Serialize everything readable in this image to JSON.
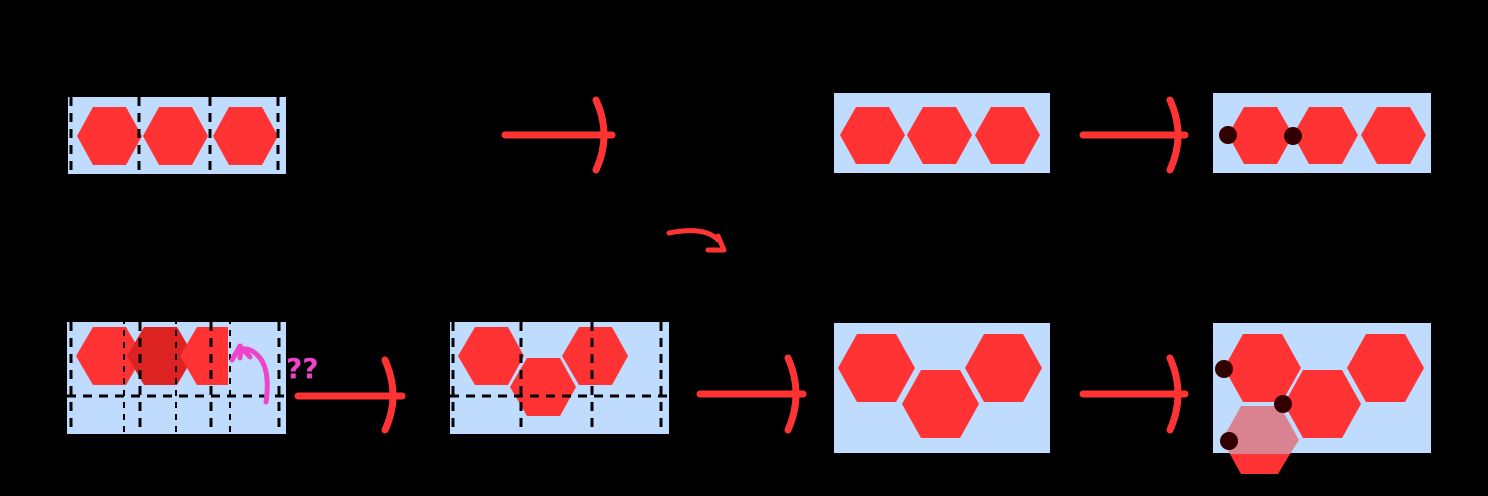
{
  "colors": {
    "background": "#000000",
    "panel_fill": "#bfdbfe",
    "hexagon": "#ff3333",
    "hexagon_overlap": "#dd2222",
    "hexagon_ghost": "#d8838f",
    "arrow": "#ff3333",
    "pin": "#330000",
    "annotation": "#ee44cc"
  },
  "annotation": {
    "text": "??"
  },
  "panels": {
    "top": [
      "tile-strip-dashed",
      "tile-strip-clean",
      "tile-strip-pinned"
    ],
    "bottom": [
      "stacked-grid-overlap",
      "stacked-grid-dashed",
      "stacked-grid-clean",
      "stacked-grid-pinned"
    ]
  }
}
